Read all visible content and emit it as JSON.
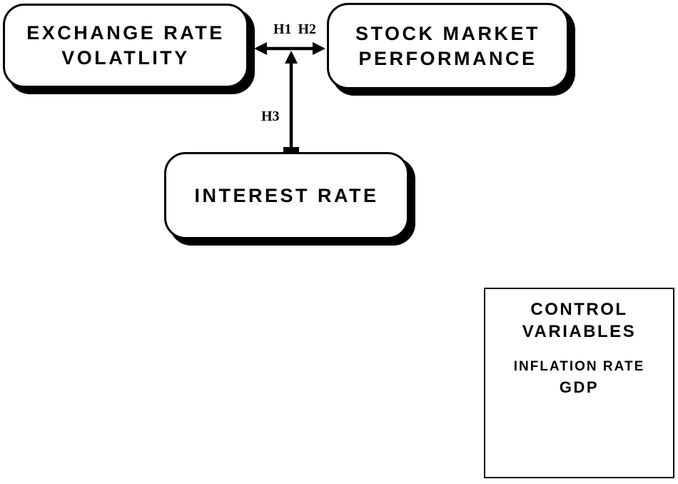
{
  "figure": {
    "background_color": "#ffffff",
    "line_color": "#000000",
    "box_fill_color": "#ffffff"
  },
  "boxes": {
    "exchange_rate": {
      "line1": "EXCHANGE RATE",
      "line2": "VOLATLITY"
    },
    "stock_market": {
      "line1": "STOCK MARKET",
      "line2": "PERFORMANCE"
    },
    "interest_rate": {
      "label": "INTEREST RATE"
    },
    "control_variables": {
      "title_line1": "CONTROL",
      "title_line2": "VARIABLES",
      "items": [
        "INFLATION RATE",
        "GDP"
      ]
    }
  },
  "hypotheses": {
    "h1": "H1",
    "h2": "H2",
    "h3": "H3"
  }
}
